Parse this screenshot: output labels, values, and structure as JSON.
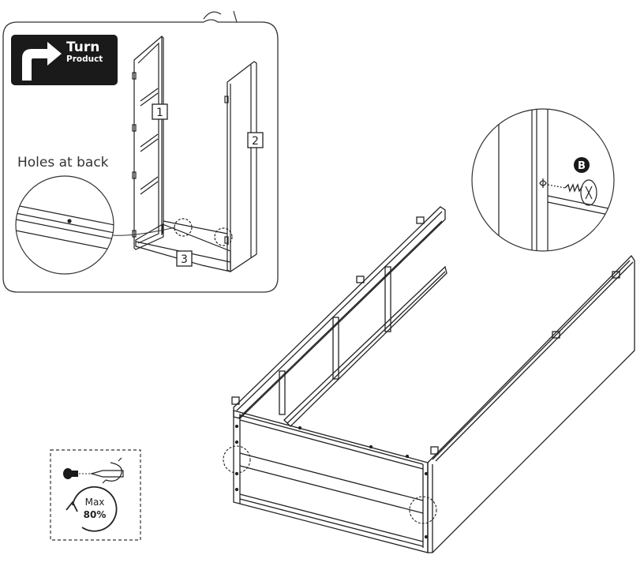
{
  "badge": {
    "line1": "Turn",
    "line2": "Product"
  },
  "callout": {
    "holes_label": "Holes at back",
    "part_marker": "B"
  },
  "part_labels": [
    "1",
    "2",
    "3"
  ],
  "tool": {
    "max_line1": "Max",
    "max_line2": "80%"
  },
  "colors": {
    "ink": "#1a1a1a",
    "badge_bg": "#1a1a1a",
    "paper": "#ffffff"
  }
}
